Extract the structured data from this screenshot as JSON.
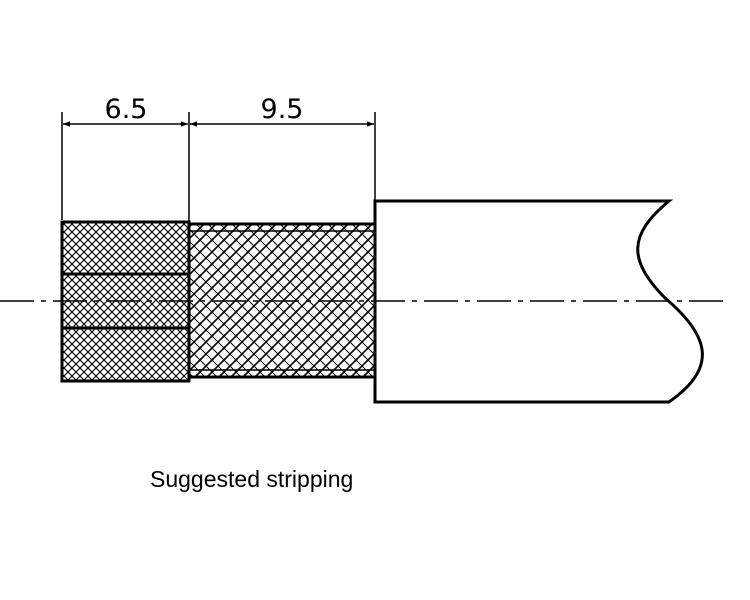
{
  "dimensions": {
    "left_length": "6.5",
    "right_length": "9.5"
  },
  "caption": "Suggested stripping",
  "colors": {
    "line": "#000000",
    "background": "#ffffff"
  }
}
